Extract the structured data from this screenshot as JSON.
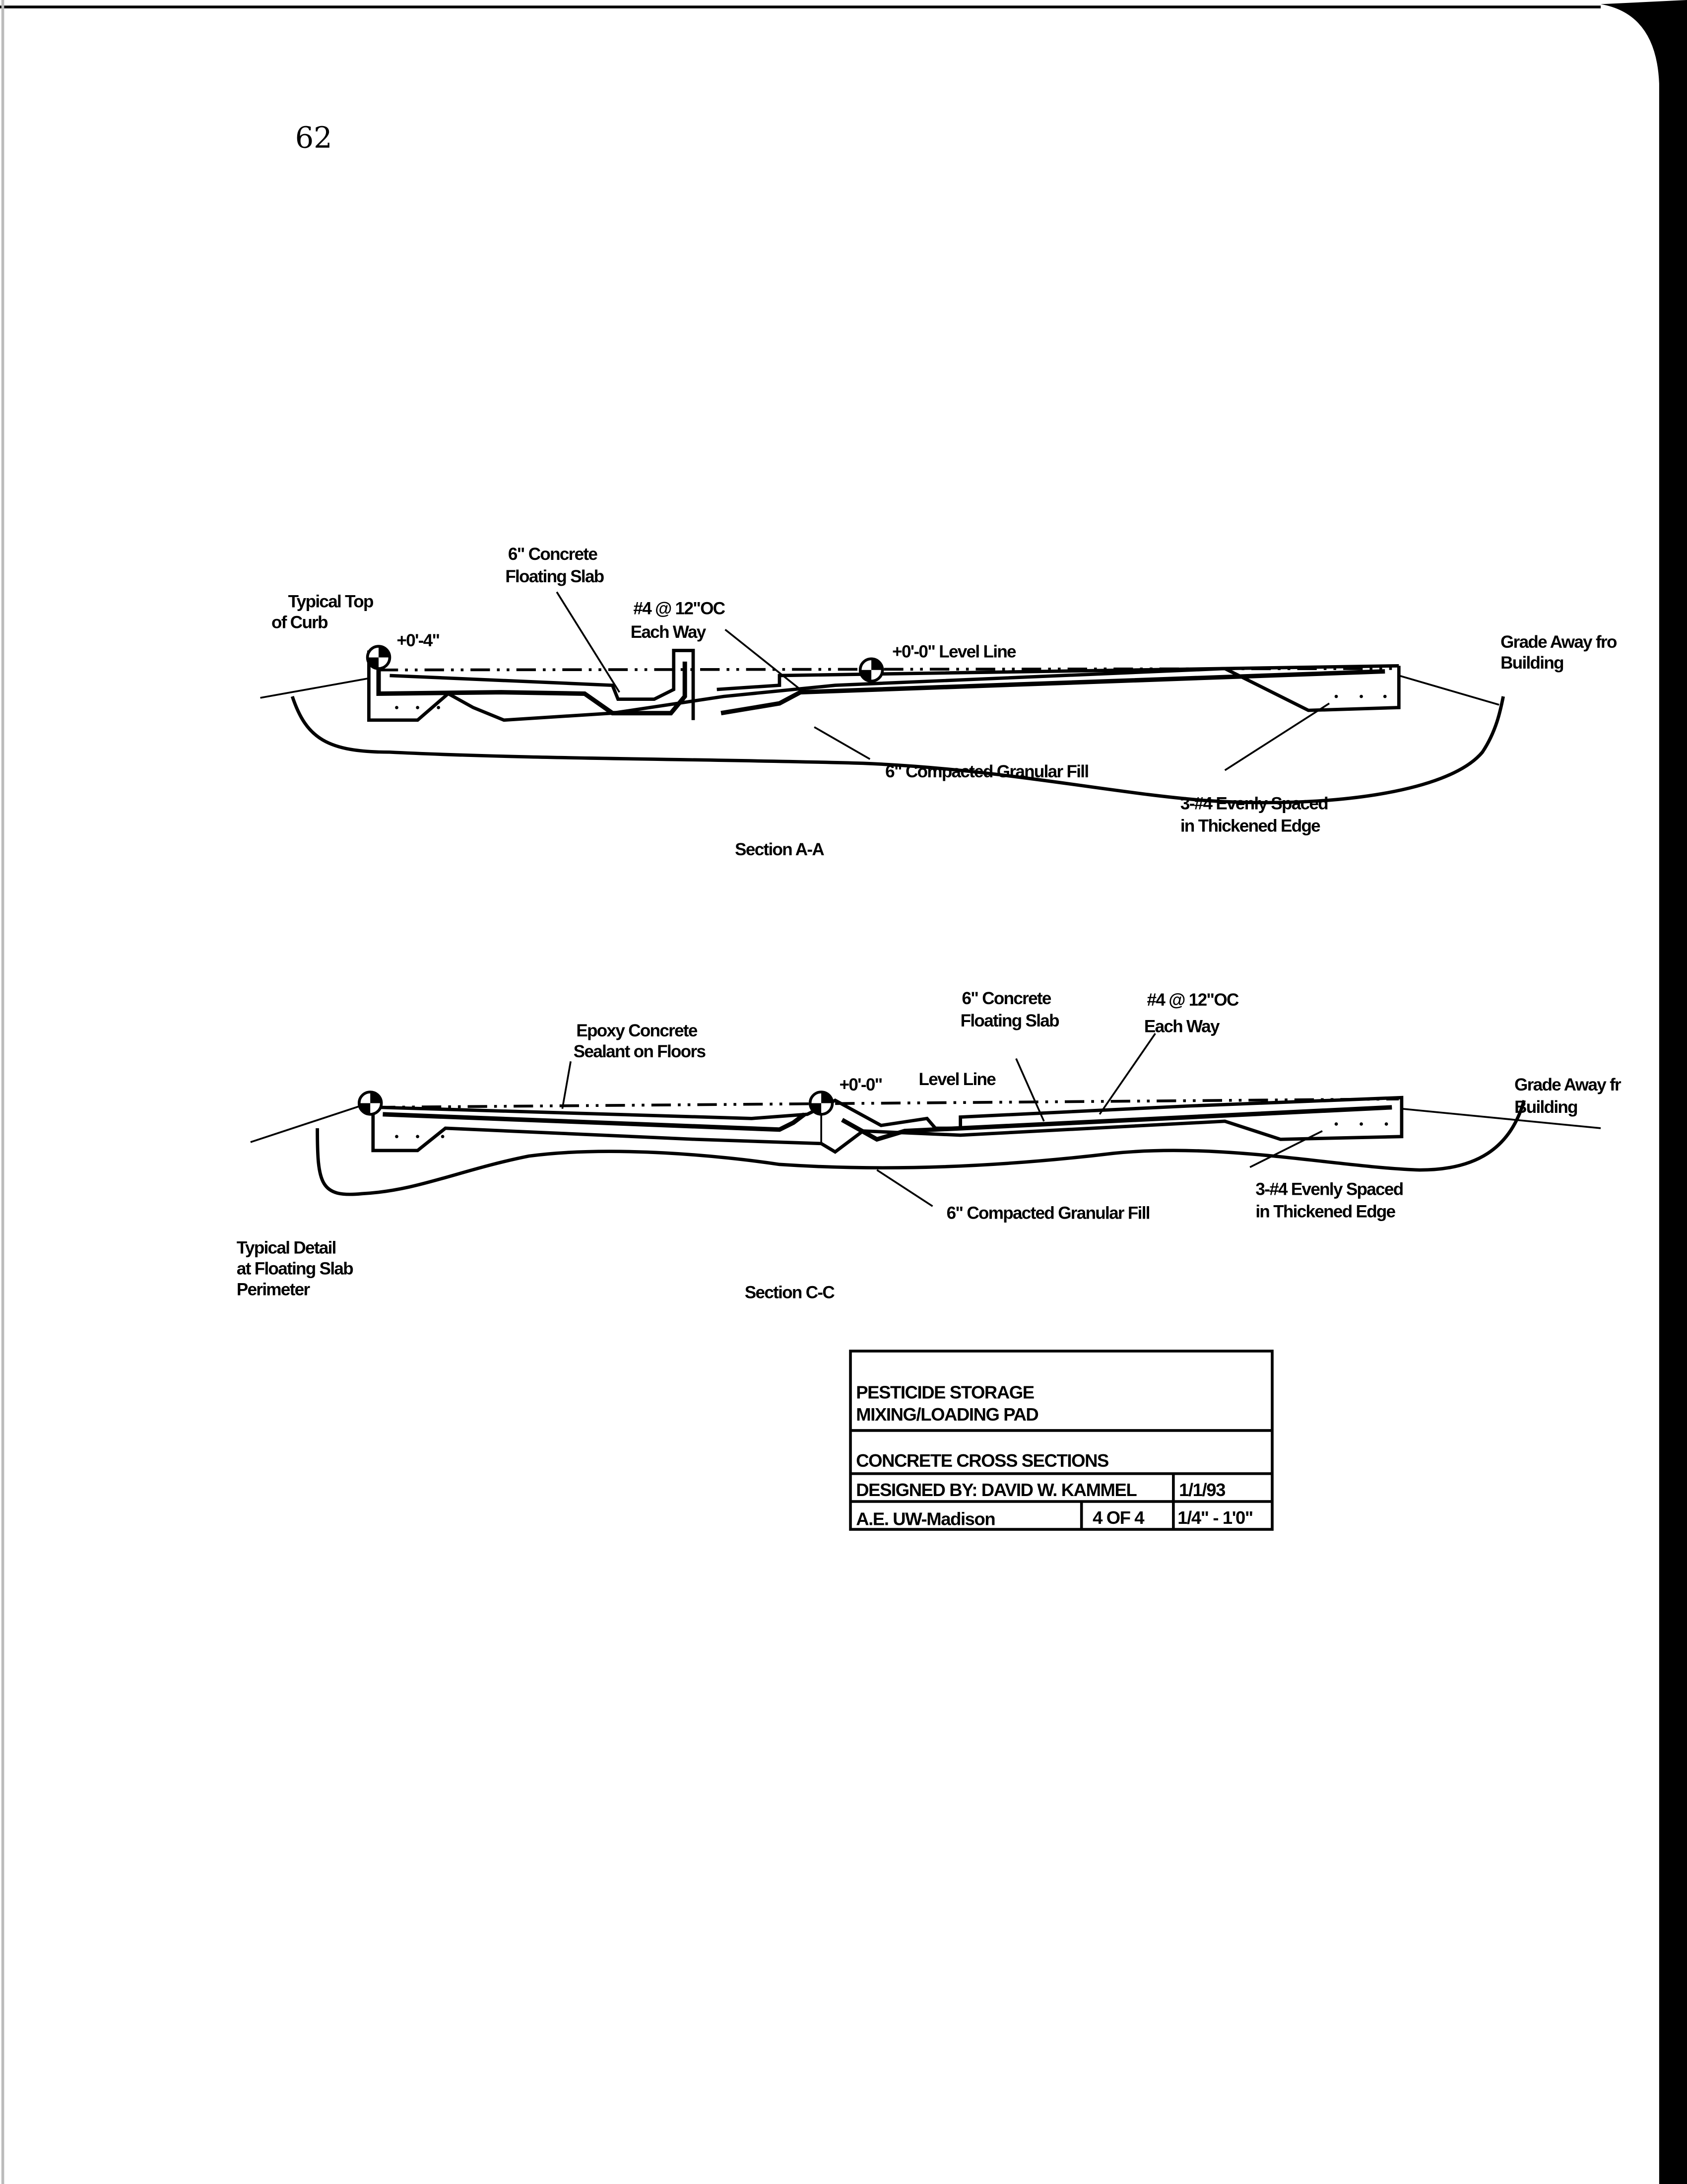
{
  "page_number": "62",
  "section_aa": {
    "title": "Section A-A",
    "labels": {
      "concrete_1": "6\" Concrete",
      "concrete_2": "Floating Slab",
      "curb_1": "Typical Top",
      "curb_2": "of Curb",
      "curb_elev": "+0'-4\"",
      "rebar_1": "#4 @ 12\"OC",
      "rebar_2": "Each Way",
      "level": "+0'-0\" Level Line",
      "grade_1": "Grade Away fro",
      "grade_2": "Building",
      "fill": "6\" Compacted Granular Fill",
      "edge_1": "3-#4 Evenly Spaced",
      "edge_2": "in Thickened Edge"
    }
  },
  "section_cc": {
    "title": "Section C-C",
    "labels": {
      "epoxy_1": "Epoxy Concrete",
      "epoxy_2": "Sealant on Floors",
      "concrete_1": "6\" Concrete",
      "concrete_2": "Floating Slab",
      "rebar_1": "#4 @ 12\"OC",
      "rebar_2": "Each Way",
      "elev": "+0'-0\"",
      "level": "Level Line",
      "grade_1": "Grade Away fr",
      "grade_2": "Building",
      "fill": "6\" Compacted Granular Fill",
      "edge_1": "3-#4 Evenly Spaced",
      "edge_2": "in Thickened Edge",
      "detail_1": "Typical Detail",
      "detail_2": "at Floating Slab",
      "detail_3": "Perimeter"
    }
  },
  "title_block": {
    "project_1": "PESTICIDE STORAGE",
    "project_2": "MIXING/LOADING PAD",
    "drawing_title": "CONCRETE CROSS SECTIONS",
    "designer": "DESIGNED BY: DAVID W. KAMMEL",
    "date": "1/1/93",
    "org": "A.E. UW-Madison",
    "sheet": "4 OF 4",
    "scale": "1/4\" - 1'0\""
  }
}
